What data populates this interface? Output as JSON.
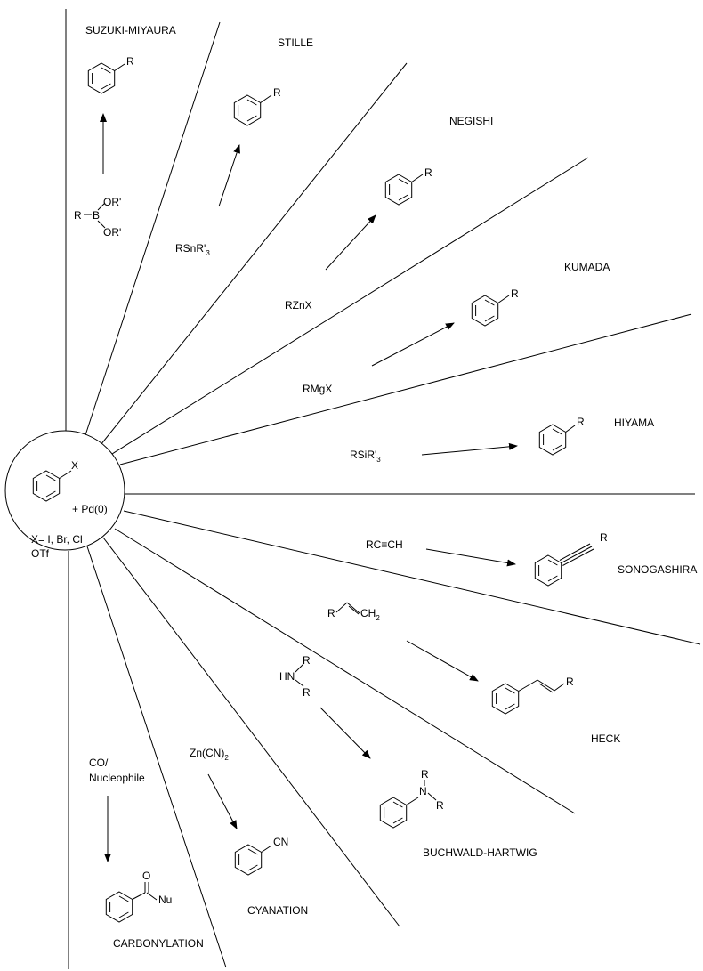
{
  "center": {
    "substituent": "X",
    "catalyst": "+ Pd(0)",
    "halides": "X= I, Br, Cl",
    "triflate": "OTf"
  },
  "reactions": {
    "suzuki": {
      "name": "SUZUKI-MIYAURA",
      "reagent_R": "R",
      "reagent_B": "B",
      "reagent_OR1": "OR'",
      "reagent_OR2": "OR'",
      "product_sub": "R"
    },
    "stille": {
      "name": "STILLE",
      "reagent_main": "RSnR'",
      "reagent_sub": "3",
      "product_sub": "R"
    },
    "negishi": {
      "name": "NEGISHI",
      "reagent": "RZnX",
      "product_sub": "R"
    },
    "kumada": {
      "name": "KUMADA",
      "reagent": "RMgX",
      "product_sub": "R"
    },
    "hiyama": {
      "name": "HIYAMA",
      "reagent_main": "RSiR'",
      "reagent_sub": "3",
      "product_sub": "R"
    },
    "sonogashira": {
      "name": "SONOGASHIRA",
      "reagent": "RC≡CH",
      "product_sub": "R"
    },
    "heck": {
      "name": "HECK",
      "reagent_R": "R",
      "reagent_CH": "CH",
      "reagent_sub": "2",
      "product_sub": "R"
    },
    "buchwald": {
      "name": "BUCHWALD-HARTWIG",
      "reagent_HN": "HN",
      "reagent_R1": "R",
      "reagent_R2": "R",
      "product_N": "N",
      "product_R1": "R",
      "product_R2": "R"
    },
    "cyanation": {
      "name": "CYANATION",
      "reagent_main": "Zn(CN)",
      "reagent_sub": "2",
      "product_sub": "CN"
    },
    "carbonylation": {
      "name": "CARBONYLATION",
      "reagent_line1": "CO/",
      "reagent_line2": "Nucleophile",
      "product_O": "O",
      "product_Nu": "Nu"
    }
  }
}
